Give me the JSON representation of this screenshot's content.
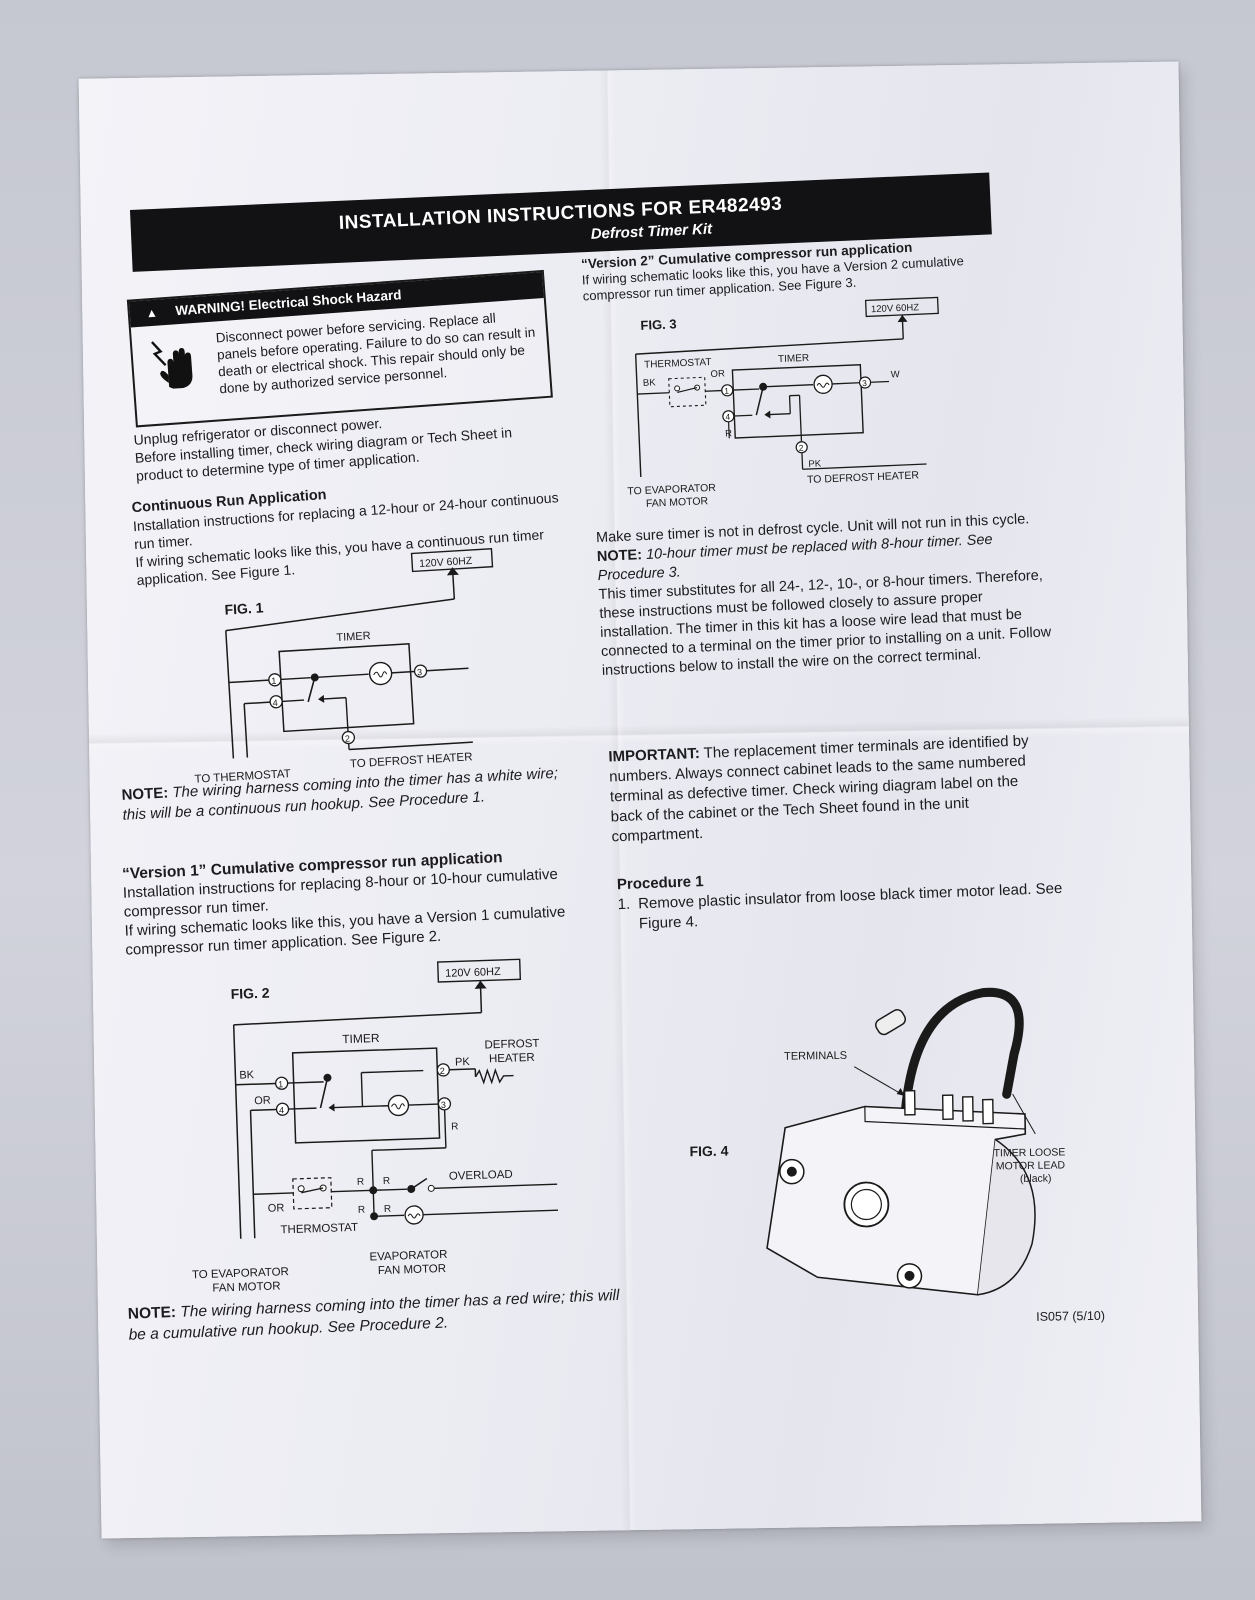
{
  "header": {
    "title": "INSTALLATION INSTRUCTIONS FOR ER482493",
    "subtitle": "Defrost Timer Kit"
  },
  "warning": {
    "title": "WARNING! Electrical Shock Hazard",
    "text": "Disconnect power before servicing. Replace all panels before operating. Failure to do so can result in death or electrical shock. This repair should only be done by authorized service personnel."
  },
  "intro": {
    "line1": "Unplug refrigerator or disconnect power.",
    "line2": "Before installing timer, check wiring diagram or Tech Sheet in product to determine type of timer application."
  },
  "continuous": {
    "heading": "Continuous Run Application",
    "p1": "Installation instructions for replacing a 12-hour or 24-hour continuous run timer.",
    "p2": "If wiring schematic looks like this, you have a continuous run timer application. See Figure 1."
  },
  "fig1": {
    "label": "FIG. 1",
    "power": "120V  60HZ",
    "timer": "TIMER",
    "t1": "1",
    "t2": "2",
    "t3": "3",
    "t4": "4",
    "thermostat": "TO THERMOSTAT",
    "heater": "TO DEFROST HEATER"
  },
  "note1": {
    "label": "NOTE:",
    "text": "The wiring harness coming into the timer has a white wire; this will be a continuous run hookup. See Procedure 1."
  },
  "version1": {
    "heading": "“Version 1” Cumulative compressor run application",
    "p1": "Installation instructions for replacing 8-hour or 10-hour cumulative compressor run timer.",
    "p2": "If wiring schematic looks like this, you have a Version 1 cumulative compressor run timer application. See Figure 2."
  },
  "fig2": {
    "label": "FIG. 2",
    "power": "120V  60HZ",
    "timer": "TIMER",
    "bk": "BK",
    "or": "OR",
    "or2": "OR",
    "pk": "PK",
    "r": "R",
    "t1": "1",
    "t2": "2",
    "t3": "3",
    "t4": "4",
    "defrost": "DEFROST",
    "heater": "HEATER",
    "overload": "OVERLOAD",
    "thermostat": "THERMOSTAT",
    "evap_l1": "TO EVAPORATOR",
    "evap_l2": "FAN MOTOR",
    "evap2_l1": "EVAPORATOR",
    "evap2_l2": "FAN MOTOR"
  },
  "note2": {
    "label": "NOTE:",
    "text": "The wiring harness coming into the timer has a red wire; this will be a cumulative run hookup. See Procedure 2."
  },
  "version2": {
    "heading": "“Version 2” Cumulative compressor run application",
    "p1": "If wiring schematic looks like this, you have a Version 2 cumulative compressor run timer application. See Figure 3."
  },
  "fig3": {
    "label": "FIG. 3",
    "power": "120V  60HZ",
    "thermostat": "THERMOSTAT",
    "timer": "TIMER",
    "bk": "BK",
    "or": "OR",
    "w": "W",
    "r": "R",
    "pk": "PK",
    "t1": "1",
    "t2": "2",
    "t3": "3",
    "t4": "4",
    "heater": "TO DEFROST HEATER",
    "evap_l1": "TO EVAPORATOR",
    "evap_l2": "FAN MOTOR"
  },
  "right": {
    "p1": "Make sure timer is not in defrost cycle. Unit will not run in this cycle.",
    "note_label": "NOTE:",
    "note_text": "10-hour timer must be replaced with 8-hour timer. See Procedure 3.",
    "p2": "This timer substitutes for all 24-, 12-, 10-, or 8-hour timers. Therefore, these instructions must be followed closely to assure proper installation. The timer in this kit has a loose wire lead that must be connected to a terminal on the timer prior to installing on a unit. Follow instructions below to install the wire on the correct terminal.",
    "important_label": "IMPORTANT:",
    "important_text": "The replacement timer terminals are identified by numbers. Always connect cabinet leads to the same numbered terminal as defective timer. Check wiring diagram label on the back of the cabinet or the Tech Sheet found in the unit compartment.",
    "proc_heading": "Procedure 1",
    "proc_num": "1.",
    "proc_text": "Remove plastic insulator from loose black timer motor lead. See Figure 4."
  },
  "fig4": {
    "label": "FIG. 4",
    "terminals": "TERMINALS",
    "lead_l1": "TIMER LOOSE",
    "lead_l2": "MOTOR LEAD",
    "lead_l3": "(black)"
  },
  "footer": {
    "code": "IS057 (5/10)"
  }
}
